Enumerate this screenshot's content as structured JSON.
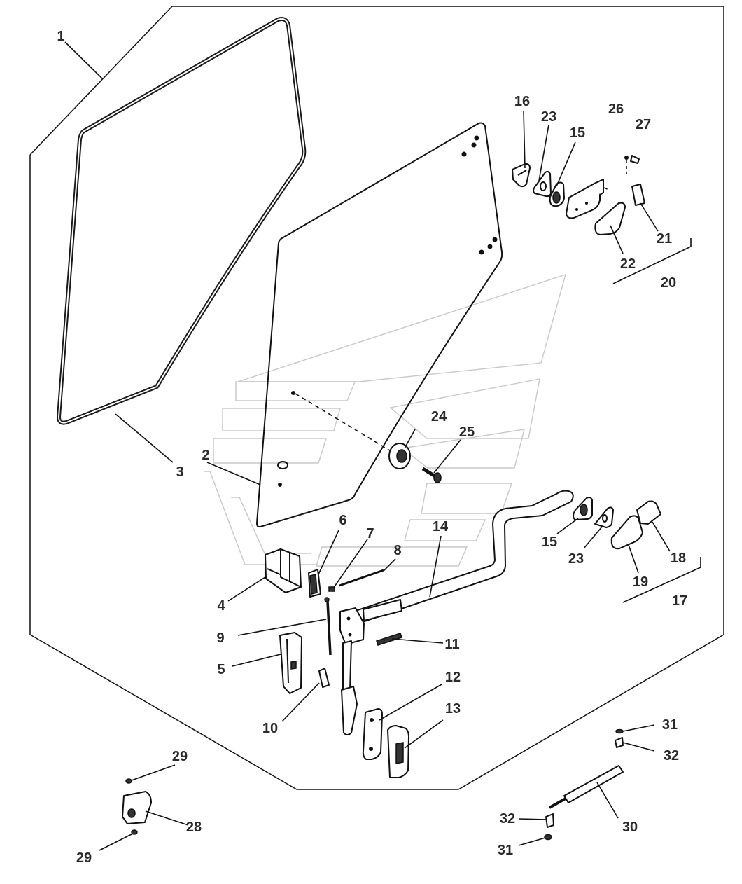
{
  "diagram": {
    "labels": {
      "l1": "1",
      "l2": "2",
      "l3": "3",
      "l4": "4",
      "l5": "5",
      "l6": "6",
      "l7": "7",
      "l8": "8",
      "l9": "9",
      "l10": "10",
      "l11": "11",
      "l12": "12",
      "l13": "13",
      "l14": "14",
      "l15a": "15",
      "l15b": "15",
      "l16": "16",
      "l17": "17",
      "l18": "18",
      "l19": "19",
      "l20": "20",
      "l21": "21",
      "l22": "22",
      "l23a": "23",
      "l23b": "23",
      "l24": "24",
      "l25": "25",
      "l26": "26",
      "l27": "27",
      "l28": "28",
      "l29a": "29",
      "l29b": "29",
      "l30": "30",
      "l31a": "31",
      "l31b": "31",
      "l32a": "32",
      "l32b": "32"
    }
  }
}
